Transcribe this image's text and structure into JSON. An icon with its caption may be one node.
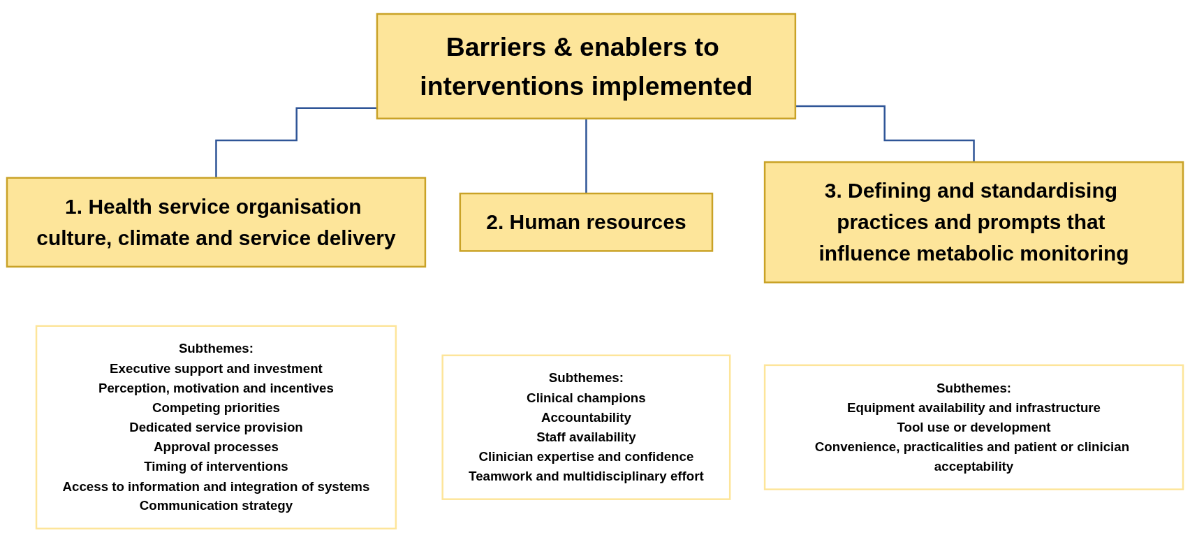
{
  "diagram": {
    "nodes": [
      {
        "text": [
          "Barriers & enablers to interventions implemented"
        ]
      },
      {
        "text": [
          "1. Health service organisation culture, climate and service delivery"
        ]
      },
      {
        "text": [
          "2. Human resources"
        ]
      },
      {
        "text": [
          "3. Defining and standardising practices and prompts that influence metabolic monitoring"
        ]
      },
      {
        "text": [
          "Subthemes:",
          "Executive support and investment",
          "Perception, motivation and incentives",
          "Competing priorities",
          "Dedicated service provision",
          "Approval processes",
          "Timing of interventions",
          "Access to information and integration of systems",
          "Communication strategy"
        ]
      },
      {
        "text": [
          "Subthemes:",
          "Clinical champions",
          "Accountability",
          "Staff availability",
          "Clinician expertise and confidence",
          "Teamwork and multidisciplinary effort"
        ]
      },
      {
        "text": [
          "Subthemes:",
          "Equipment availability and infrastructure",
          "Tool use or development",
          "Convenience, practicalities and patient or clinician acceptability"
        ]
      }
    ],
    "edges": [
      {
        "from": 0,
        "to": 1,
        "arrow": "none"
      },
      {
        "from": 0,
        "to": 2,
        "arrow": "none"
      },
      {
        "from": 0,
        "to": 3,
        "arrow": "none"
      }
    ]
  }
}
